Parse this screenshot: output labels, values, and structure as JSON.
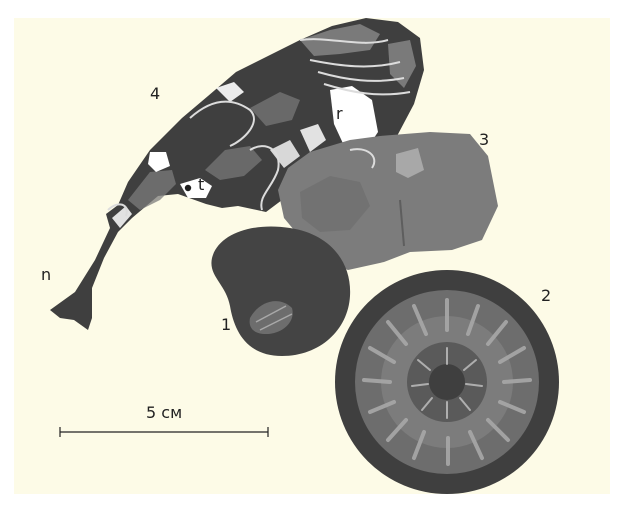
{
  "labels": {
    "specimen_1": "1",
    "specimen_2": "2",
    "specimen_3": "3",
    "specimen_4": "4",
    "letter_n": "n",
    "letter_t": "t",
    "letter_r": "r"
  },
  "scale_bar": {
    "label": "5 см"
  },
  "colors": {
    "panel": "#fdfbe7",
    "dark": "#3f3f3f",
    "medium": "#7c7c7c",
    "light": "#a8a8a8",
    "outline": "#dcdcdc"
  }
}
